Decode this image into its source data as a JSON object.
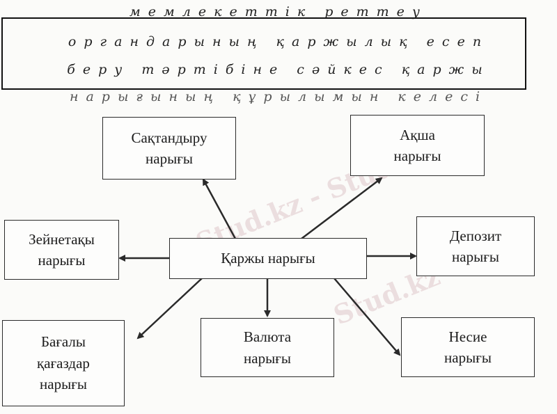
{
  "header": {
    "line1": "мемлекеттік реттеу",
    "line2": "органдарының қаржылық есеп",
    "line3": "беру тәртібіне сәйкес қаржы",
    "line4": "нарығының құрылымын келесі"
  },
  "center": {
    "label": "Қаржы нарығы"
  },
  "nodes": {
    "insurance": {
      "line1": "Сақтандыру",
      "line2": "нарығы"
    },
    "money": {
      "line1": "Ақша",
      "line2": "нарығы"
    },
    "pension": {
      "line1": "Зейнетақы",
      "line2": "нарығы"
    },
    "deposit": {
      "line1": "Депозит",
      "line2": "нарығы"
    },
    "securities": {
      "line1": "Бағалы",
      "line2": "қағаздар",
      "line3": "нарығы"
    },
    "currency": {
      "line1": "Валюта",
      "line2": "нарығы"
    },
    "credit": {
      "line1": "Несие",
      "line2": "нарығы"
    }
  },
  "watermark": {
    "text": "Stud.kz - Stud.kz"
  },
  "colors": {
    "line": "#2a2a2a",
    "watermark": "#d4a8ae"
  }
}
